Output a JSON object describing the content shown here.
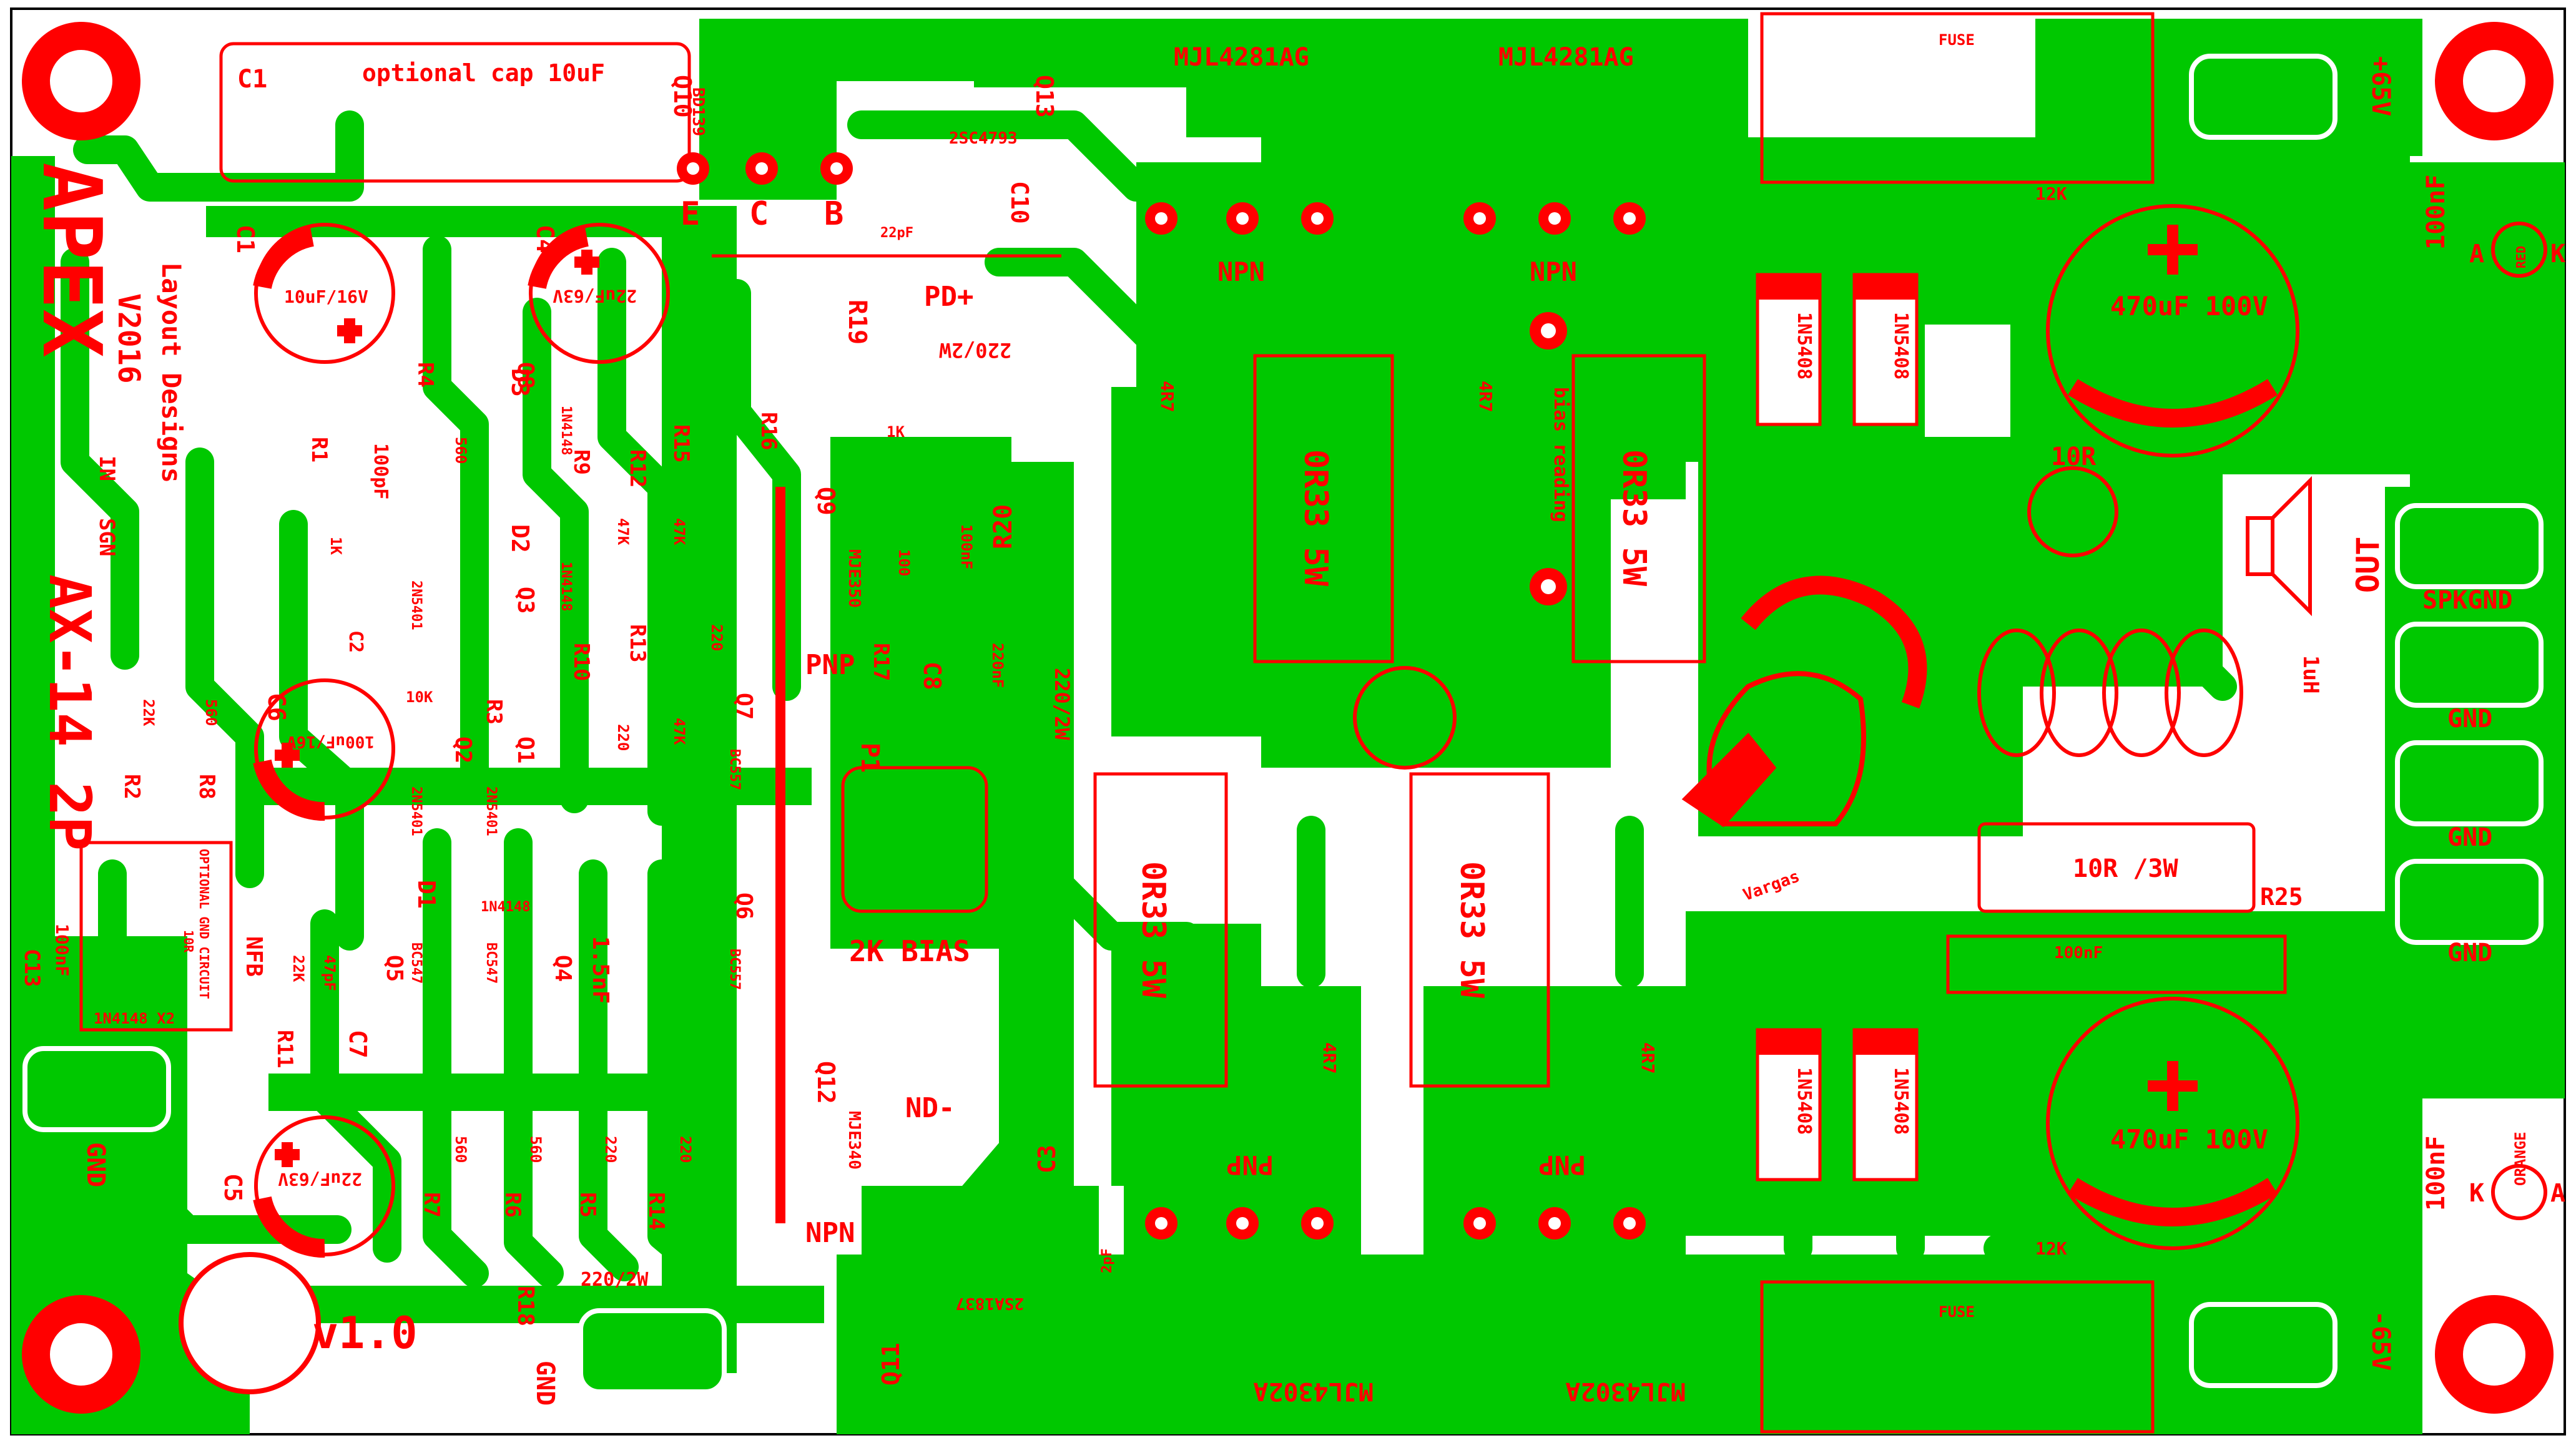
{
  "colors": {
    "copper": "#00c800",
    "silk": "#ff0000",
    "board": "#ffffff",
    "pad_hole": "#ffffff"
  },
  "title": {
    "brand": "APEX",
    "model": "AX-14 2P",
    "subtitle": "Layout Designs",
    "version": "V2016",
    "revision": "v1.0"
  },
  "transistors": {
    "q_out_top_1": "MJL4281AG",
    "q_out_top_2": "MJL4281AG",
    "q_out_bot_1": "MJL4302A",
    "q_out_bot_2": "MJL4302A",
    "npn_top_1": "NPN",
    "npn_top_2": "NPN",
    "pnp_bot_1": "PNP",
    "pnp_bot_2": "PNP",
    "q10": "Q10",
    "q10_part": "BD139",
    "q13": "Q13",
    "q13_part": "2SC4793",
    "q11": "Q11",
    "q11_part": "2SA1837",
    "q9": "Q9",
    "q9_part": "MJE350",
    "q9_type": "PNP",
    "q12": "Q12",
    "q12_part": "MJE340",
    "q12_type": "NPN",
    "pin_e": "E",
    "pin_c": "C",
    "pin_b": "B"
  },
  "resistors": {
    "r_emit_1": "0R33 5W",
    "r_emit_2": "0R33 5W",
    "r_emit_3": "0R33 5W",
    "r_emit_4": "0R33 5W",
    "r4r7": "4R7",
    "r19": "R19",
    "r19_val": "220/2W",
    "r20": "R20",
    "r20_val": "220/2W",
    "r18": "R18",
    "r18_val": "220/2W",
    "r25": "R25",
    "r25_val": "10R /3W",
    "r_10r": "10R",
    "r_12k_top": "12K",
    "r_12k_bot": "12K",
    "r1": "R1",
    "r2": "R2",
    "r3": "R3",
    "r4": "R4",
    "r5": "R5",
    "r6": "R6",
    "r7": "R7",
    "r8": "R8",
    "r9": "R9",
    "r10": "R10",
    "r11": "R11",
    "r12": "R12",
    "r13": "R13",
    "r14": "R14",
    "r15": "R15",
    "r16": "R16",
    "r17": "R17",
    "v_22k": "22K",
    "v_560": "560",
    "v_47k": "47K",
    "v_220": "220",
    "v_10k": "10K",
    "v_1k": "1K",
    "v_100": "100",
    "v_1k_r1": "1K"
  },
  "capacitors": {
    "c1": "C1",
    "c1_note": "optional cap 10uF",
    "c2": "C2",
    "c3": "C3",
    "c4": "C4",
    "c5": "C5",
    "c6": "C6",
    "c7": "C7",
    "c8": "C8",
    "c10": "C10",
    "c13": "C13",
    "v_10u16": "10uF/16V",
    "v_22u63": "22uF/63V",
    "v_100u16": "100uF/16V",
    "v_100p": "100pF",
    "v_47p": "47pF",
    "v_22p": "22pF",
    "v_2p": "2pF",
    "v_1_5n": "1.5nF",
    "v_100n": "100nF",
    "v_470u": "470uF 100V",
    "v_100nf_v": "100nF",
    "v_100n_c8": "100nF",
    "v_220n": "220nF"
  },
  "diodes": {
    "d1": "D1",
    "d2": "D2",
    "d3": "D3",
    "v_1n4148": "1N4148",
    "v_1n5408": "1N5408",
    "v_1n4148x2": "1N4148 X2",
    "optional_gnd": "OPTIONAL GND CIRCUIT",
    "v_10r": "10R"
  },
  "small_q": {
    "q1": "Q1",
    "q2": "Q2",
    "q3": "Q3",
    "q4": "Q4",
    "q5": "Q5",
    "q6": "Q6",
    "q7": "Q7",
    "q8": "Q8",
    "v_2n5401": "2N5401",
    "v_bc547": "BC547",
    "v_bc557": "BC557"
  },
  "misc": {
    "bias": "2K BIAS",
    "p1": "P1",
    "bias_reading": "bias reading",
    "pd": "PD+",
    "nd": "ND-",
    "inductor": "1uH",
    "out": "OUT",
    "spkgnd": "SPKGND",
    "gnd": "GND",
    "plus65": "+65V",
    "minus65": "-65V",
    "fuse": "FUSE",
    "led_red": "RED",
    "led_orange": "ORANGE",
    "anode": "A",
    "cathode": "K",
    "in": "IN",
    "sgn": "SGN",
    "nfb": "NFB",
    "vargas": "Vargas"
  }
}
